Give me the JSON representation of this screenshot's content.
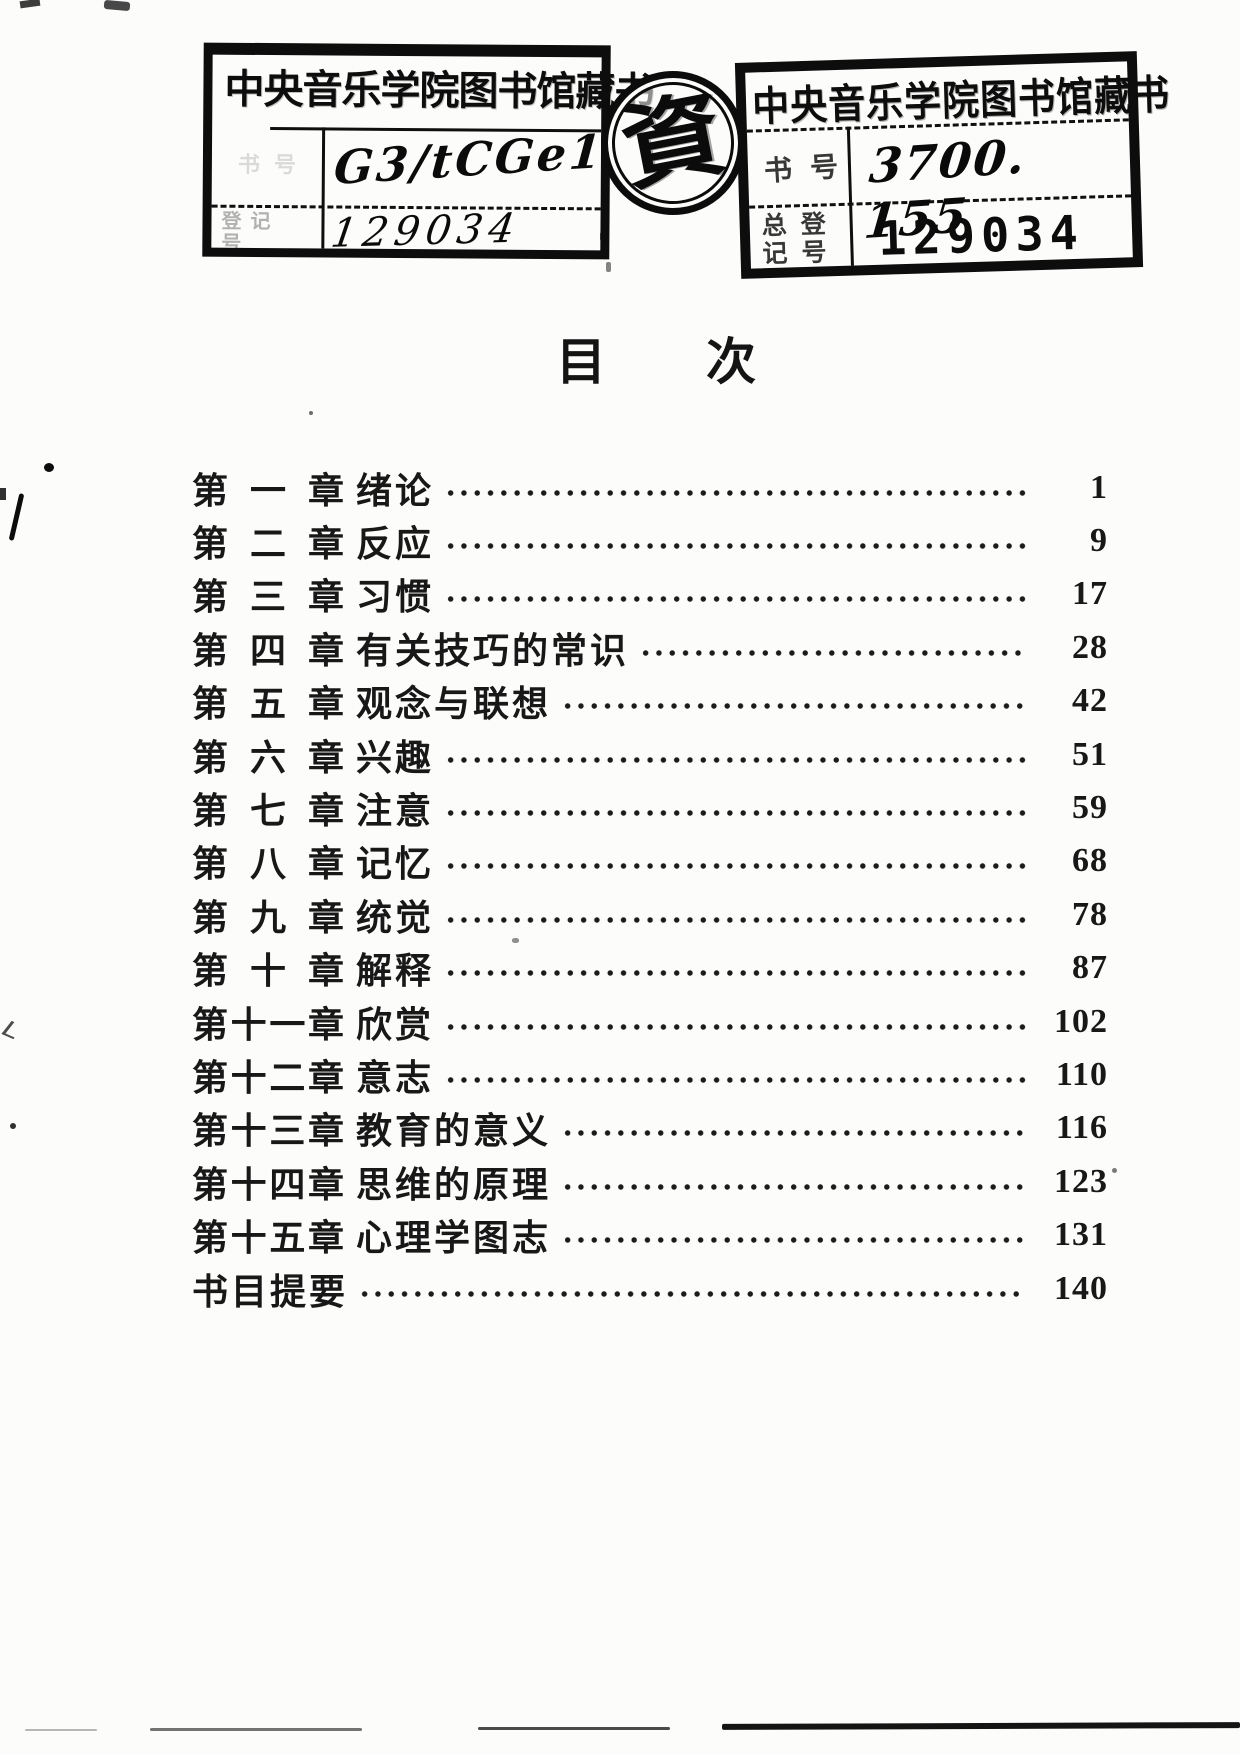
{
  "stamps": {
    "left": {
      "header": "中央音乐学院图书馆藏书",
      "class_label": "书号",
      "class_number": "G3/tCGe1",
      "reg_label": "登记号",
      "reg_number": "129034"
    },
    "seal_char": "資",
    "right": {
      "header": "中央音乐学院图书馆藏书",
      "book_label": "书号",
      "book_number": "3700. 155",
      "reg_label": "总登记号",
      "reg_number": "129034"
    }
  },
  "toc": {
    "title": "目次",
    "entries": [
      {
        "chapter": "第一章",
        "title": "绪论",
        "page": "1"
      },
      {
        "chapter": "第二章",
        "title": "反应",
        "page": "9"
      },
      {
        "chapter": "第三章",
        "title": "习惯",
        "page": "17"
      },
      {
        "chapter": "第四章",
        "title": "有关技巧的常识",
        "page": "28"
      },
      {
        "chapter": "第五章",
        "title": "观念与联想",
        "page": "42"
      },
      {
        "chapter": "第六章",
        "title": "兴趣",
        "page": "51"
      },
      {
        "chapter": "第七章",
        "title": "注意",
        "page": "59"
      },
      {
        "chapter": "第八章",
        "title": "记忆",
        "page": "68"
      },
      {
        "chapter": "第九章",
        "title": "统觉",
        "page": "78"
      },
      {
        "chapter": "第十章",
        "title": "解释",
        "page": "87"
      },
      {
        "chapter": "第十一章",
        "title": "欣赏",
        "page": "102"
      },
      {
        "chapter": "第十二章",
        "title": "意志",
        "page": "110"
      },
      {
        "chapter": "第十三章",
        "title": "教育的意义",
        "page": "116"
      },
      {
        "chapter": "第十四章",
        "title": "思维的原理",
        "page": "123"
      },
      {
        "chapter": "第十五章",
        "title": "心理学图志",
        "page": "131"
      },
      {
        "chapter": "",
        "title": "书目提要",
        "page": "140"
      }
    ]
  }
}
